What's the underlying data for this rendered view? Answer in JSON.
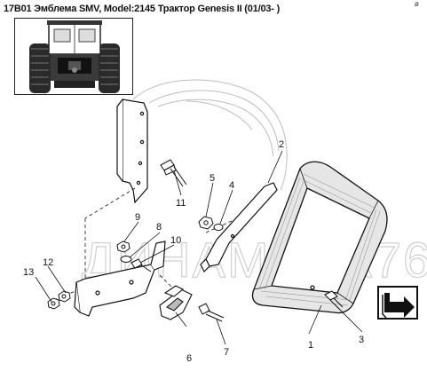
{
  "header": {
    "title": "17B01 Эмблема SMV, Model:2145 Трактор Genesis II (01/03- )",
    "corner_mark": "ø"
  },
  "watermark": "ДИНАМИКА76",
  "callouts": {
    "c1": "1",
    "c2": "2",
    "c3": "3",
    "c4": "4",
    "c5": "5",
    "c6": "6",
    "c7": "7",
    "c8": "8",
    "c9": "9",
    "c10": "10",
    "c11": "11",
    "c12": "12",
    "c13": "13"
  },
  "colors": {
    "line": "#111111",
    "reflector_fill": "#e6e6e6",
    "watermark": "#cfcfcf"
  },
  "icons": {
    "nav": "next-page-arrow-icon",
    "thumb": "tractor-thumbnail-icon"
  }
}
